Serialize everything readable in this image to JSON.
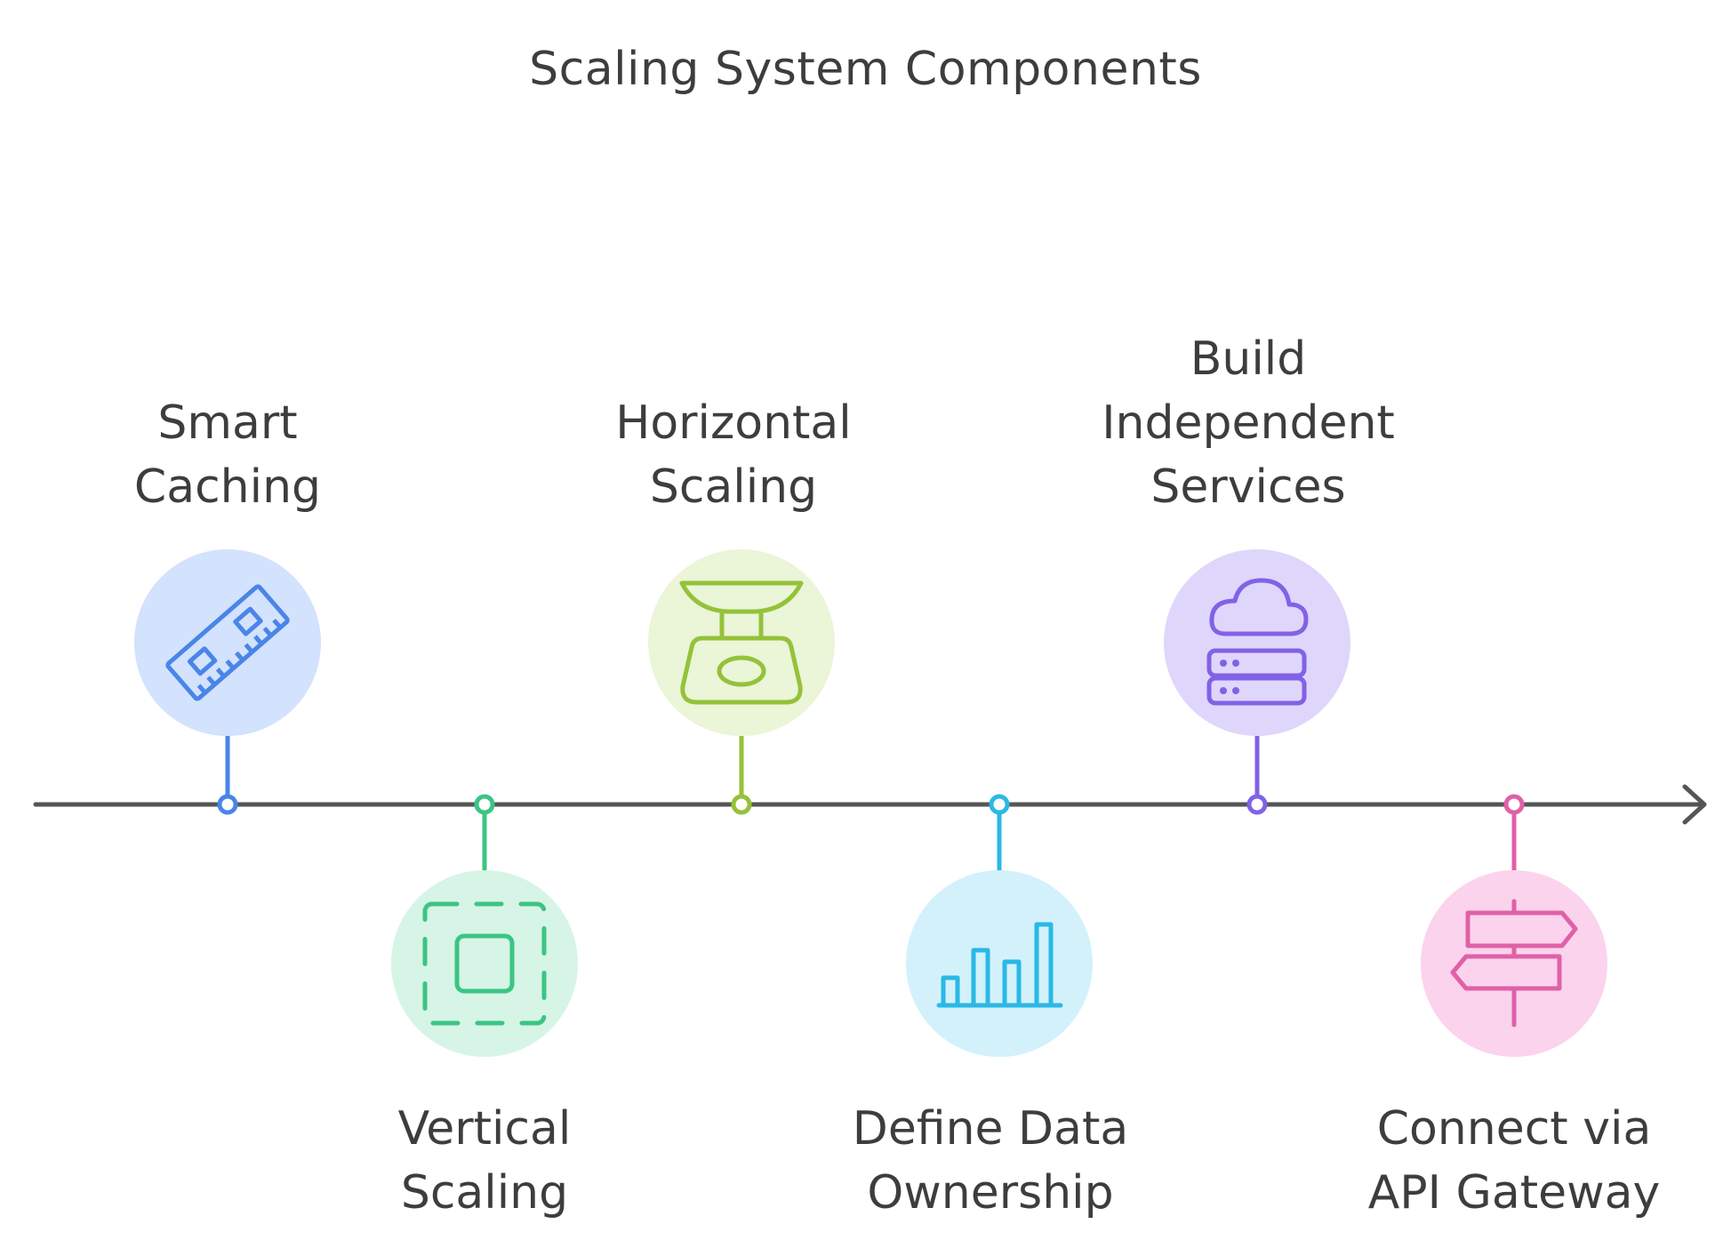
{
  "title": "Scaling System Components",
  "colors": {
    "axis": "#555555",
    "blue": "#4a85e8",
    "green": "#3cc483",
    "lime": "#94c23a",
    "cyan": "#29b9e6",
    "purple": "#8162e6",
    "pink": "#e060a8"
  },
  "milestones": [
    {
      "id": "smart-caching",
      "lines": [
        "Smart",
        "Caching"
      ],
      "icon": "memory-chip-icon"
    },
    {
      "id": "vertical-scaling",
      "lines": [
        "Vertical",
        "Scaling"
      ],
      "icon": "resize-square-icon"
    },
    {
      "id": "horizontal-scaling",
      "lines": [
        "Horizontal",
        "Scaling"
      ],
      "icon": "scale-icon"
    },
    {
      "id": "define-data-ownership",
      "lines": [
        "Define Data",
        "Ownership"
      ],
      "icon": "bar-chart-icon"
    },
    {
      "id": "build-independent-services",
      "lines": [
        "Build",
        "Independent",
        "Services"
      ],
      "icon": "cloud-server-icon"
    },
    {
      "id": "connect-api-gateway",
      "lines": [
        "Connect via",
        "API Gateway"
      ],
      "icon": "signpost-icon"
    }
  ]
}
